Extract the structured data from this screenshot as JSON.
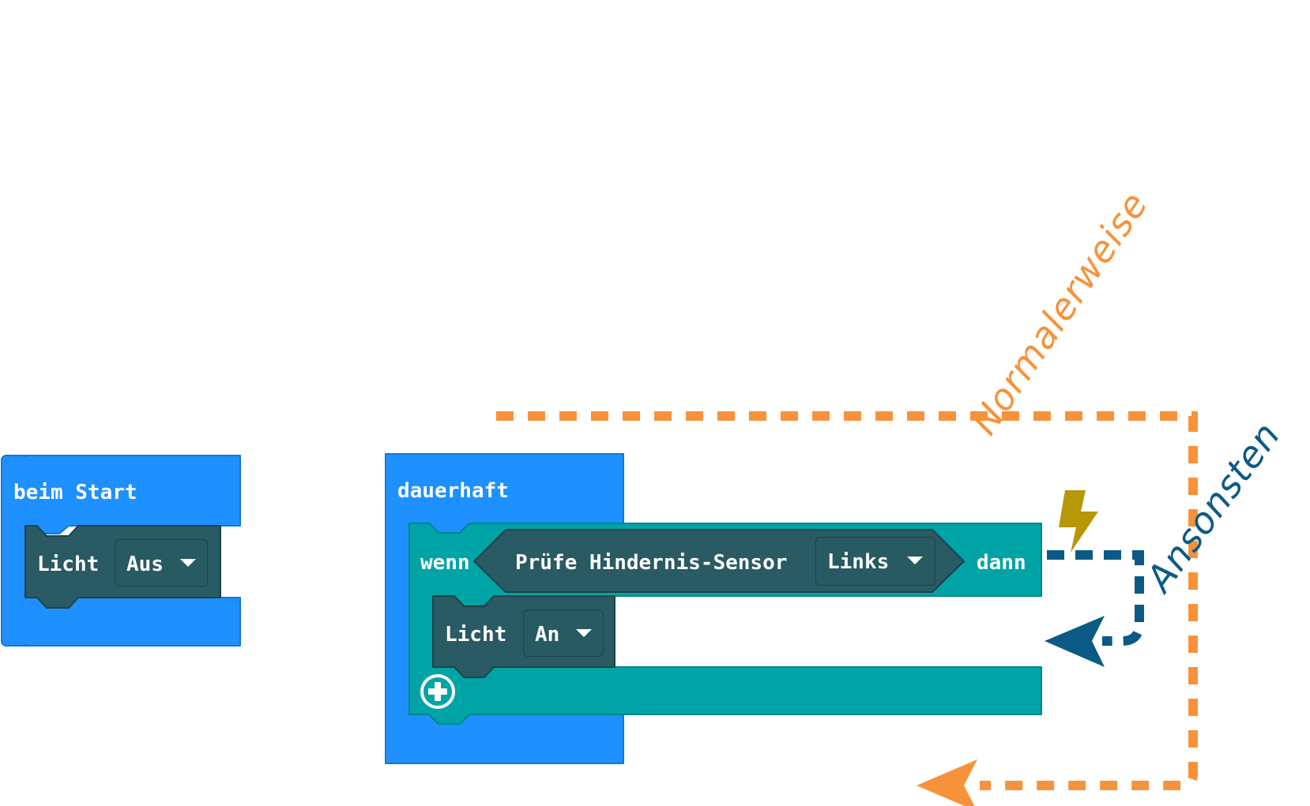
{
  "blocks": {
    "on_start": {
      "label": "beim Start"
    },
    "on_start_light": {
      "label": "Licht",
      "value": "Aus"
    },
    "forever": {
      "label": "dauerhaft"
    },
    "if_block": {
      "if_label": "wenn",
      "then_label": "dann"
    },
    "sensor": {
      "label": "Prüfe Hindernis-Sensor",
      "value": "Links"
    },
    "inner_light": {
      "label": "Licht",
      "value": "An"
    }
  },
  "annotations": {
    "normal_path": {
      "text": "Normalerweise",
      "color": "#f7923a"
    },
    "else_path": {
      "text": "Ansonsten",
      "color": "#0b5a86"
    },
    "event_icon": "lightning-icon",
    "event_color": "#b69708"
  },
  "colors": {
    "loops_blue": "#1e90ff",
    "logic_teal": "#00a4a6",
    "dark_block": "#2a5a63",
    "dropdown_fill": "#285a62"
  }
}
